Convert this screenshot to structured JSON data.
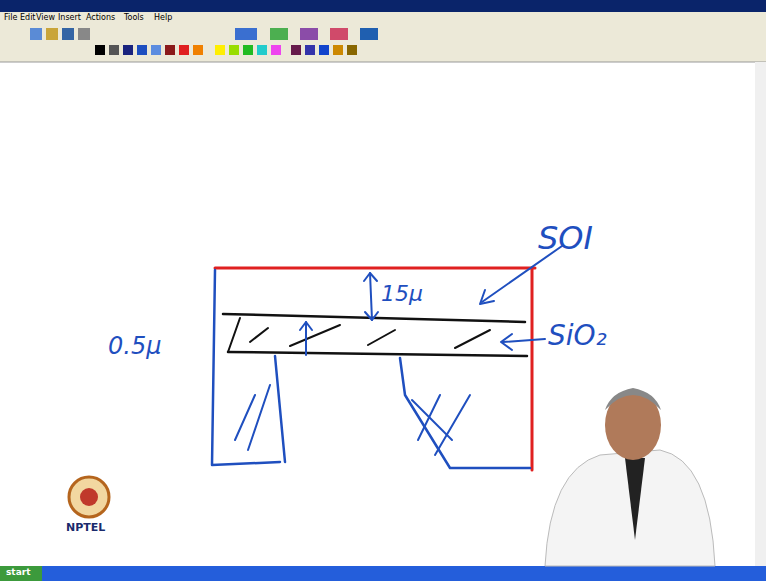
{
  "diagram": {
    "labels": [
      "File",
      "Edit",
      "View",
      "Insert",
      "Actions",
      "Tools",
      "Help",
      "SOI",
      "15μ",
      "SiO₂",
      "0.5μ",
      "NPTEL",
      "start"
    ]
  }
}
